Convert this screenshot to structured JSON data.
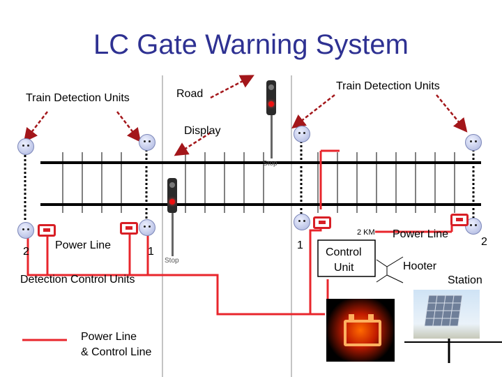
{
  "title": "LC Gate Warning System",
  "labels": {
    "train_detection_left": "Train Detection Units",
    "train_detection_right": "Train Detection Units",
    "road": "Road",
    "display": "Display",
    "power_line_left": "Power Line",
    "power_line_right": "Power Line",
    "num_2_left": "2",
    "num_1_left": "1",
    "num_1_right": "1",
    "num_2_right": "2",
    "detection_control_units": "Detection Control Units",
    "distance": "2 KM",
    "control_unit_line1": "Control",
    "control_unit_line2": "Unit",
    "hooter": "Hooter",
    "station": "Station",
    "legend_line1": "Power Line",
    "legend_line2": "& Control Line",
    "stop_left": "Stop",
    "stop_right": "Stop"
  },
  "colors": {
    "title": "#2e3192",
    "power_control_line": "#e8262c",
    "arrow": "#a3161a",
    "track": "#000000"
  }
}
